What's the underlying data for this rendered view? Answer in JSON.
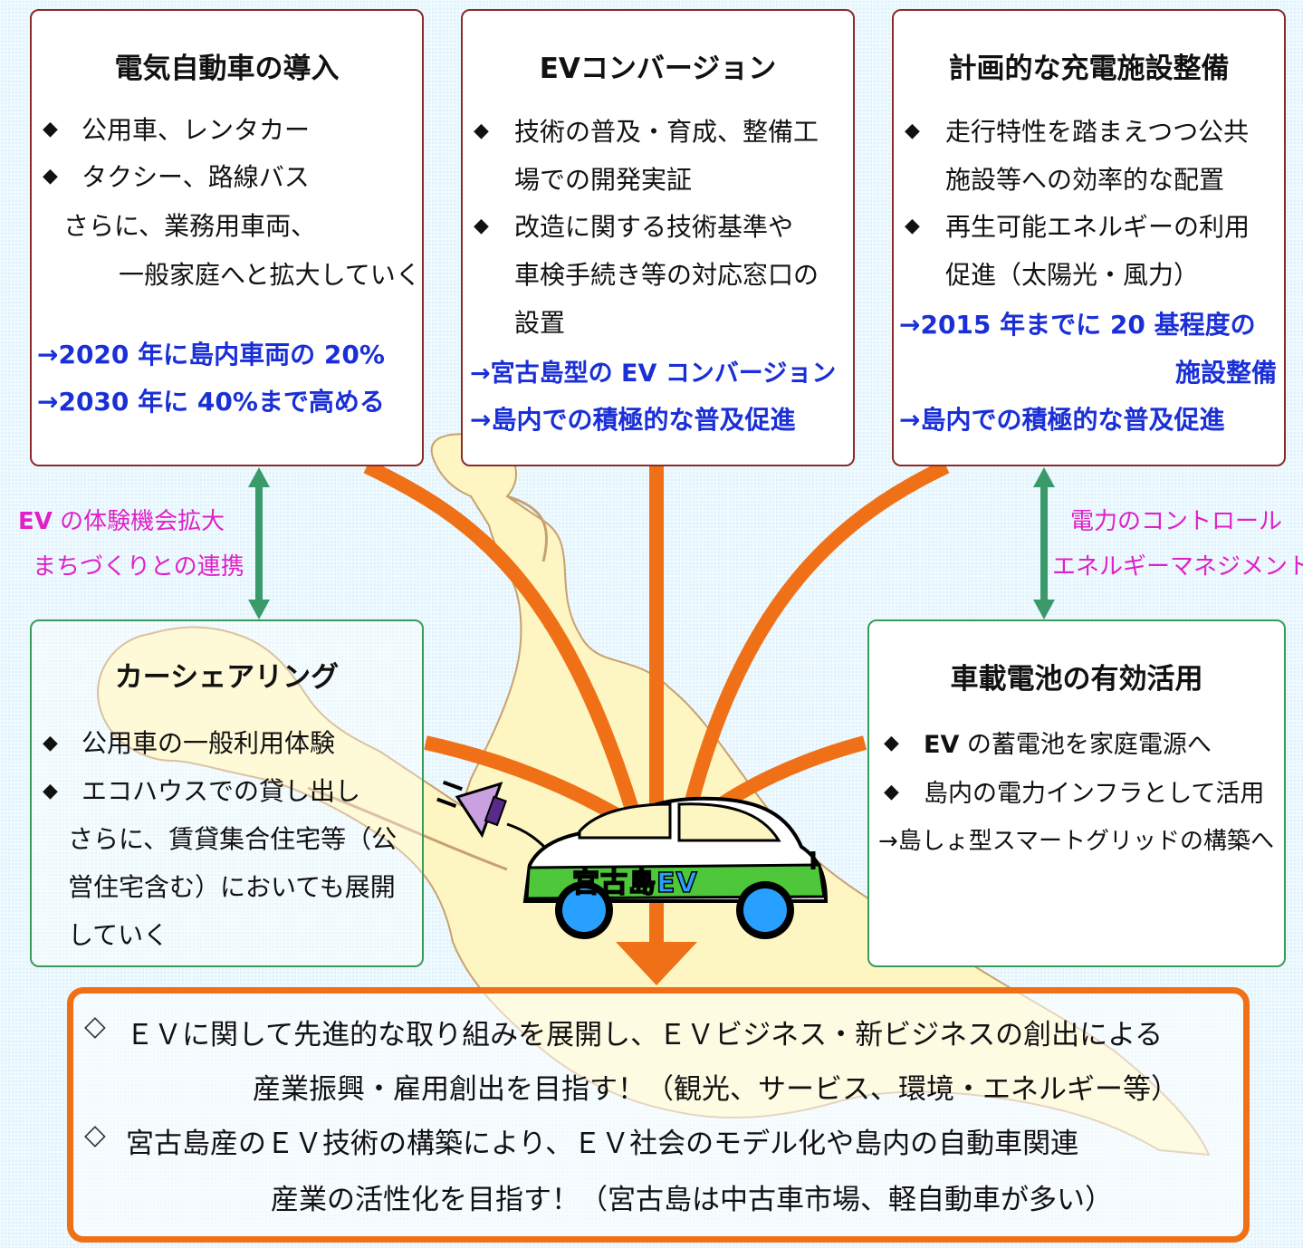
{
  "boxes": {
    "ev_intro": {
      "title": "電気自動車の導入",
      "bullets": [
        "公用車、レンタカー",
        "タクシー、路線バス"
      ],
      "lines": [
        "さらに、業務用車両、",
        "一般家庭へと拡大していく"
      ],
      "targets": [
        "→2020 年に島内車両の 20%",
        "→2030 年に 40%まで高める"
      ]
    },
    "ev_conversion": {
      "title": "EVコンバージョン",
      "bullets": [
        [
          "技術の普及・育成、整備工",
          "場での開発実証"
        ],
        [
          "改造に関する技術基準や",
          "車検手続き等の対応窓口の",
          "設置"
        ]
      ],
      "targets": [
        "→宮古島型の EV コンバージョン",
        "→島内での積極的な普及促進"
      ]
    },
    "charging": {
      "title": "計画的な充電施設整備",
      "bullets": [
        [
          "走行特性を踏まえつつ公共",
          "施設等への効率的な配置"
        ],
        [
          "再生可能エネルギーの利用",
          "促進（太陽光・風力）"
        ]
      ],
      "targets": [
        "→2015 年までに 20 基程度の",
        "施設整備",
        "→島内での積極的な普及促進"
      ]
    },
    "car_sharing": {
      "title": "カーシェアリング",
      "bullets": [
        "公用車の一般利用体験",
        "エコハウスでの貸し出し"
      ],
      "lines": [
        "さらに、賃貸集合住宅等（公",
        "営住宅含む）においても展開",
        "していく"
      ]
    },
    "battery": {
      "title": "車載電池の有効活用",
      "bullet1_bold": "EV",
      "bullet1_rest": " の蓄電池を家庭電源へ",
      "bullet2": "島内の電力インフラとして活用",
      "line": "→島しょ型スマートグリッドの構築へ"
    }
  },
  "side_labels": {
    "left_bold": "EV",
    "left_1_rest": " の体験機会拡大",
    "left_2": "まちづくりとの連携",
    "right_1": "電力のコントロール",
    "right_2": "エネルギーマネジメント"
  },
  "car_label": "宮古島EV",
  "goals": {
    "marker": "◇",
    "g1_line1": "ＥＶに関して先進的な取り組みを展開し、ＥＶビジネス・新ビジネスの創出による",
    "g1_line2": "産業振興・雇用創出を目指す！（観光、サービス、環境・エネルギー等）",
    "g2_line1": "宮古島産のＥＶ技術の構築により、ＥＶ社会のモデル化や島内の自動車関連",
    "g2_line2": "産業の活性化を目指す！（宮古島は中古車市場、軽自動車が多い）"
  },
  "colors": {
    "red_border": "#8b2a2a",
    "green_border": "#3a9a5a",
    "target_blue": "#1a2fd6",
    "side_magenta": "#e020c8",
    "arrow_orange": "#f07018",
    "connector_green": "#3a9a6a",
    "island_fill": "#fdf6c2",
    "car_green": "#4ec83a",
    "car_blue": "#28a0ff"
  }
}
